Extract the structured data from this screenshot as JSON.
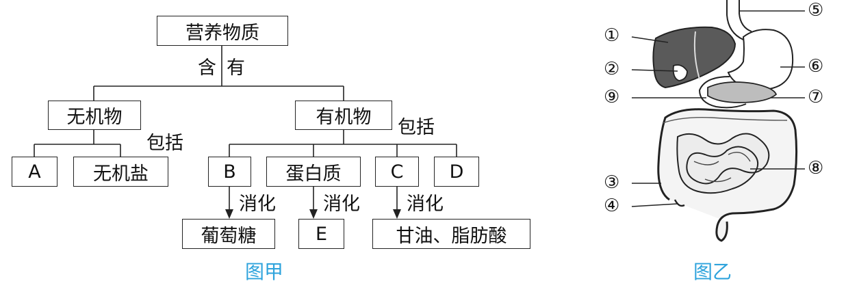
{
  "figure_a": {
    "caption": "图甲",
    "root": "营养物质",
    "root_edge": [
      "含",
      "有"
    ],
    "inorganic": "无机物",
    "organic": "有机物",
    "includes_left": "包括",
    "includes_right": "包括",
    "a": "A",
    "inorganic_salt": "无机盐",
    "b": "B",
    "protein": "蛋白质",
    "c": "C",
    "d": "D",
    "digest": "消化",
    "glucose": "葡萄糖",
    "e": "E",
    "glycerol_fatty_acid": "甘油、脂肪酸"
  },
  "figure_b": {
    "caption": "图乙",
    "labels": [
      "①",
      "②",
      "③",
      "④",
      "⑤",
      "⑥",
      "⑦",
      "⑧",
      "⑨"
    ]
  }
}
